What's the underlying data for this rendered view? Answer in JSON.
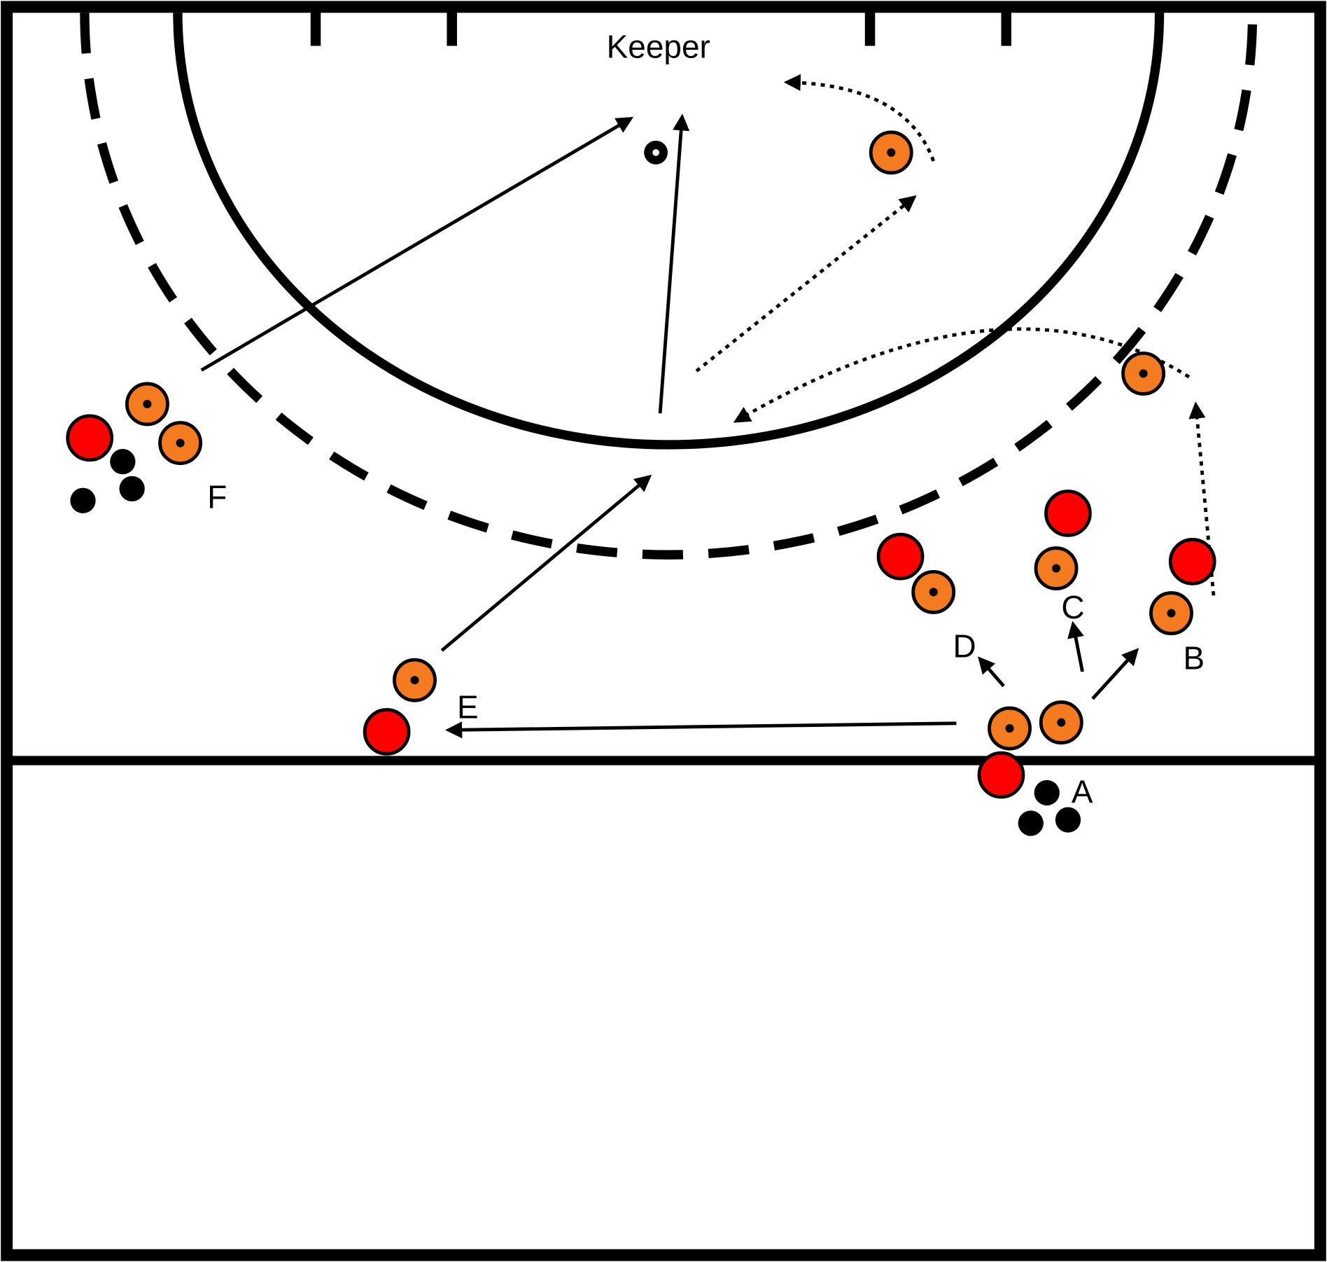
{
  "diagram": {
    "title_label": "Keeper",
    "zone_labels": [
      "A",
      "B",
      "C",
      "D",
      "E",
      "F"
    ],
    "colors": {
      "attacker": "#f47b20",
      "defender": "#ff0000",
      "ball": "#000000",
      "lines": "#000000",
      "background": "#ffffff"
    },
    "legend_semantics": {
      "orange_circle": "attacker",
      "red_circle": "defender",
      "black_dot": "ball",
      "solid_arrow": "pass",
      "dotted_arrow": "run"
    }
  }
}
